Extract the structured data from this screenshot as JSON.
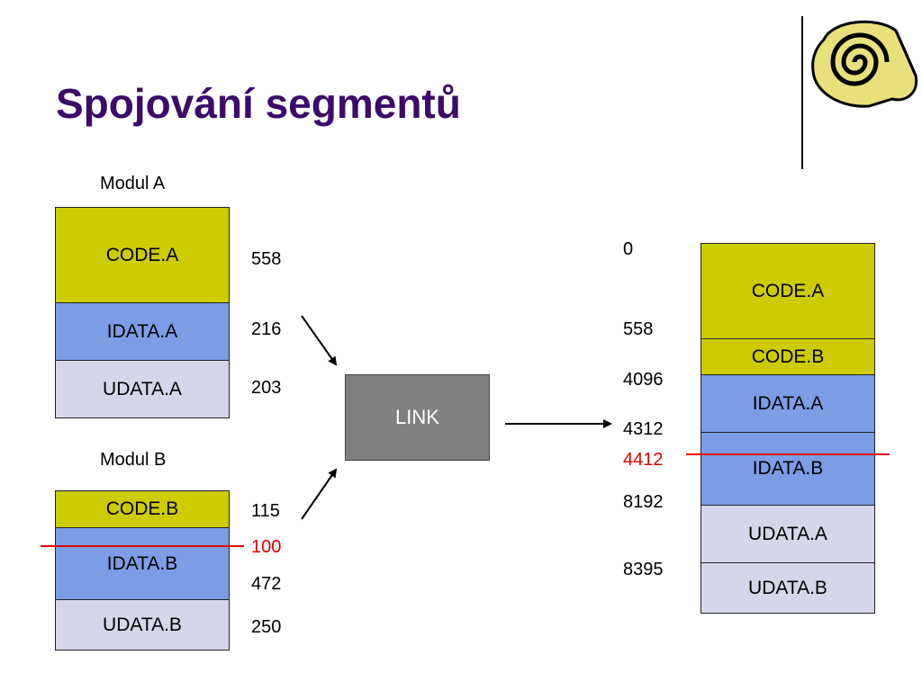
{
  "title": "Spojování segmentů",
  "module_a": {
    "label": "Modul A",
    "segments": [
      "CODE.A",
      "IDATA.A",
      "UDATA.A"
    ],
    "sizes": [
      "558",
      "216",
      "203"
    ]
  },
  "module_b": {
    "label": "Modul B",
    "segments": [
      "CODE.B",
      "IDATA.B",
      "UDATA.B"
    ],
    "sizes": [
      "115",
      "100",
      "472",
      "250"
    ]
  },
  "link": {
    "label": "LINK"
  },
  "result": {
    "segments": [
      "CODE.A",
      "CODE.B",
      "IDATA.A",
      "IDATA.B",
      "UDATA.A",
      "UDATA.B"
    ],
    "addresses": [
      "0",
      "558",
      "4096",
      "4312",
      "4412",
      "8192",
      "8395"
    ]
  },
  "colors": {
    "title": "#3b0a6b",
    "code": "#cccc00",
    "idata": "#7b9de6",
    "udata": "#d6d6ea",
    "highlight": "#e00000"
  },
  "icons": {
    "logo": "scroll-icon"
  }
}
